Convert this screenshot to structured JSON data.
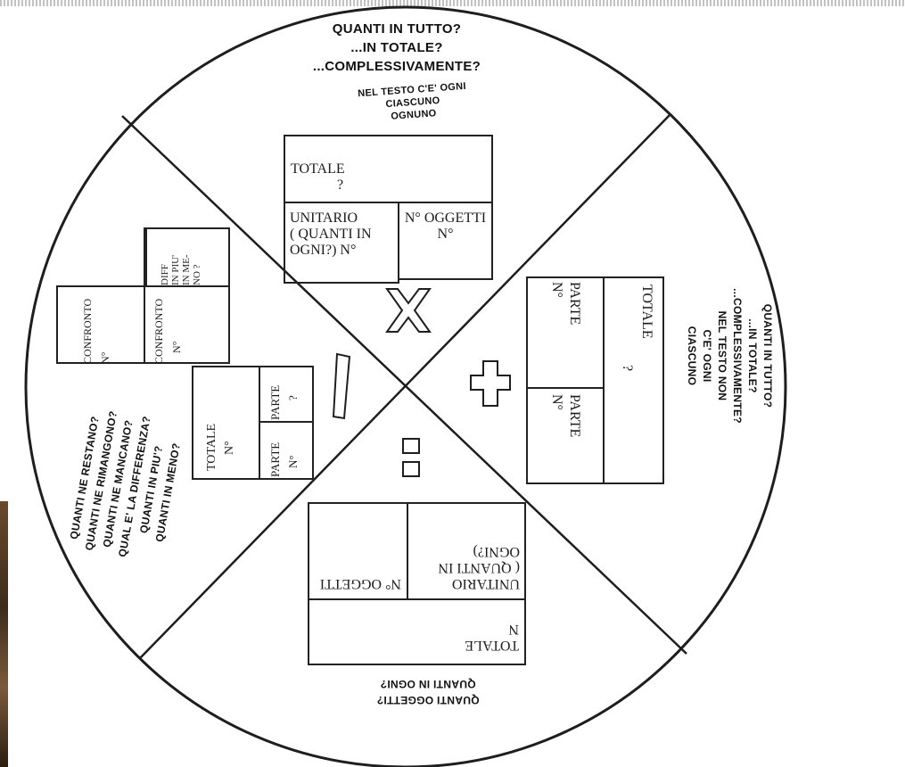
{
  "top": {
    "heading_lines": [
      "QUANTI IN TUTTO?",
      "...IN TOTALE?",
      "...COMPLESSIVAMENTE?"
    ],
    "hint_lines": [
      "NEL TESTO C'E' OGNI",
      "CIASCUNO",
      "OGNUNO"
    ],
    "box": {
      "total_label": "TOTALE",
      "total_value": "?",
      "unit_lines": [
        "UNITARIO",
        "( QUANTI IN",
        "OGNI?)    N°"
      ],
      "objects_label": "N° OGGETTI",
      "objects_value": "N°"
    },
    "operator": "X"
  },
  "right": {
    "heading_lines": [
      "QUANTI IN TUTTO?",
      "...IN TOTALE?",
      "...COMPLESSIVAMENTE?",
      "NEL TESTO NON",
      "C'E' OGNI",
      "CIASCUNO"
    ],
    "box": {
      "total_label": "TOTALE",
      "total_value": "?",
      "part1_label": "PARTE",
      "part1_value": "N°",
      "part2_label": "PARTE",
      "part2_value": "N°"
    },
    "operator": "+"
  },
  "bottom": {
    "heading_lines": [
      "QUANTI OGGETTI?",
      "QUANTI IN OGNI?"
    ],
    "box": {
      "total_label": "TOTALE",
      "total_value": "N",
      "unit_lines": [
        "UNITARIO",
        "( QUANTI IN",
        "OGNI?)"
      ],
      "objects_label": "N° OGGETTI"
    },
    "operator": ":"
  },
  "left": {
    "heading_lines": [
      "QUANTI NE RESTANO?",
      "QUANTI NE RIMANGONO?",
      "QUANTI NE MANCANO?",
      "QUAL E' LA DIFFERENZA?",
      "QUANTI IN PIU'?",
      "QUANTI IN MENO?"
    ],
    "subtraction_box": {
      "total_label": "TOTALE",
      "total_value": "N°",
      "part1_label": "PARTE",
      "part1_value": "?",
      "part2_label": "PARTE",
      "part2_value": "N°"
    },
    "comparison_box": {
      "conf1_label": "CONFRONTO",
      "conf1_value": "N°",
      "conf2_label": "CONFRONTO",
      "conf2_value": "N°",
      "diff_lines": [
        "DIFF",
        "IN PIU'",
        "IN ME-",
        "NO    ?"
      ]
    },
    "operator": "-"
  }
}
